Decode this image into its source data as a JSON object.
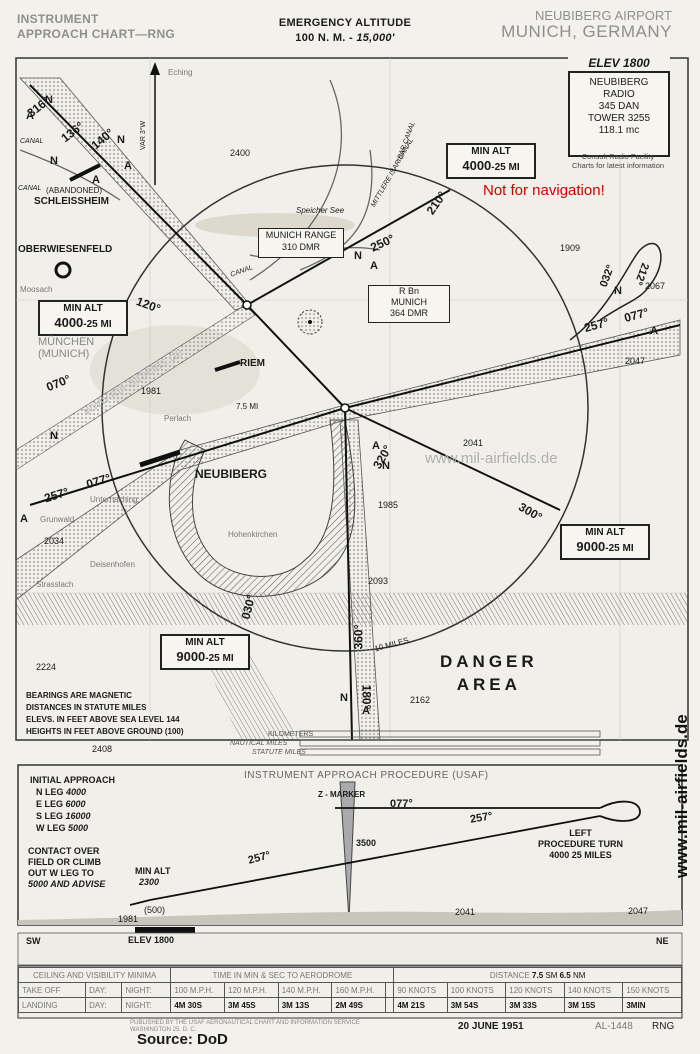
{
  "header": {
    "left_line1": "INSTRUMENT",
    "left_line2": "APPROACH CHART—RNG",
    "center_line1": "EMERGENCY ALTITUDE",
    "center_line2_a": "100 N. M. - ",
    "center_line2_b": "15,000'",
    "right_line1": "NEUBIBERG AIRPORT",
    "right_line2": "MUNICH, GERMANY"
  },
  "facility_box": {
    "elev": "ELEV 1800",
    "name": "NEUBIBERG",
    "radio": "RADIO",
    "freq1": "345 DAN",
    "tower": "TOWER 3255",
    "tower_freq": "118.1 mc",
    "note1": "Consult Radio Facility",
    "note2": "Charts for latest information"
  },
  "disclaimer": "Not for navigation!",
  "watermark": "www.mil-airfields.de",
  "min_alt_boxes": [
    {
      "title": "MIN ALT",
      "value": "4000",
      "suffix": "-25 MI"
    },
    {
      "title": "MIN ALT",
      "value": "4000",
      "suffix": "-25 MI"
    },
    {
      "title": "MIN ALT",
      "value": "9000",
      "suffix": "-25 MI"
    },
    {
      "title": "MIN ALT",
      "value": "9000",
      "suffix": "-25 MI"
    }
  ],
  "nav_boxes": {
    "range_title": "MUNICH RANGE",
    "range_freq": "310 DMR",
    "rbn_title": "R Bn",
    "rbn_name": "MUNICH",
    "rbn_freq": "364 DMR"
  },
  "map_labels": {
    "neubiberg": "NEUBIBERG",
    "riem": "RIEM",
    "schleissheim": "SCHLEISSHEIM",
    "abandoned": "(ABANDONED)",
    "oberwiesenfeld": "OBERWIESENFELD",
    "munchen": "MÜNCHEN",
    "munich": "(MUNICH)",
    "canal1": "CANAL",
    "canal2": "CANAL",
    "canal3": "CANAL",
    "isar_canal": "ISAR CANAL",
    "mittlere_isar_canal": "MITTLERE ISAR CANAL",
    "speicher_see": "Speicher See",
    "danger1": "DANGER",
    "danger2": "AREA",
    "ten_miles": "10 MILES",
    "seven_five": "7.5 MI",
    "var": "VAR 3°W",
    "grunwald": "Grunwald",
    "strasslach": "Strasslach",
    "hohenkirchen": "Hohenkirchen",
    "perlach": "Perlach",
    "moosach": "Moosach",
    "echinq": "Eching",
    "dietenhofen": "Deisenhofen",
    "unterhaching": "Unterhaching"
  },
  "elevations": [
    "2400",
    "1909",
    "2067",
    "2047",
    "1981",
    "2041",
    "1985",
    "2093",
    "2034",
    "2224",
    "2162",
    "2408"
  ],
  "bearings": [
    "316°",
    "136°",
    "140°",
    "210°",
    "250°",
    "120°",
    "070°",
    "257°",
    "077°",
    "257°",
    "077°",
    "320°",
    "300°",
    "030°",
    "360°",
    "180°",
    "032°",
    "212°"
  ],
  "legend": {
    "line1": "BEARINGS ARE MAGNETIC",
    "line2": "DISTANCES IN STATUTE MILES",
    "line3": "ELEVS. IN FEET ABOVE SEA LEVEL",
    "line3_val": "144",
    "line4": "HEIGHTS IN FEET ABOVE GROUND",
    "line4_val": "(100)"
  },
  "scale": {
    "kilometers": "KILOMETERS",
    "nautical": "NAUTICAL MILES",
    "statute": "STATUTE MILES"
  },
  "procedure": {
    "title": "INSTRUMENT APPROACH PROCEDURE",
    "usaf": "(USAF)",
    "initial_title": "INITIAL APPROACH",
    "legs": [
      {
        "leg": "N LEG",
        "alt": "4000"
      },
      {
        "leg": "E LEG",
        "alt": "6000"
      },
      {
        "leg": "S LEG",
        "alt": "16000"
      },
      {
        "leg": "W LEG",
        "alt": "5000"
      }
    ],
    "z_marker": "Z - MARKER",
    "b077": "077°",
    "b257a": "257°",
    "b257b": "257°",
    "alt3500": "3500",
    "min_alt_title": "MIN ALT",
    "min_alt_val": "2300",
    "contact1": "CONTACT OVER",
    "contact2": "FIELD OR CLIMB",
    "contact3": "OUT W LEG TO",
    "contact4": "5000 AND ADVISE",
    "left_turn1": "LEFT",
    "left_turn2": "PROCEDURE TURN",
    "left_turn3": "4000 25 MILES",
    "profile_elevs": [
      "1981",
      "(500)",
      "2041",
      "2047"
    ],
    "elev_label": "ELEV 1800",
    "sw": "SW",
    "ne": "NE"
  },
  "minima": {
    "ceiling_title": "CEILING AND VISIBILITY MINIMA",
    "time_title": "TIME IN MIN & SEC TO AERODROME",
    "distance_label": "DISTANCE",
    "distance_sm": "7.5",
    "sm": "SM",
    "distance_nm": "6.5",
    "nm": "NM",
    "takeoff": "TAKE OFF",
    "landing": "LANDING",
    "day": "DAY:",
    "night": "NIGHT:",
    "speeds": [
      "100 M.P.H.",
      "120 M.P.H.",
      "140 M.P.H.",
      "160 M.P.H.",
      "90 KNOTS",
      "100 KNOTS",
      "120 KNOTS",
      "140 KNOTS",
      "150 KNOTS"
    ],
    "times": [
      "4M 30S",
      "3M 45S",
      "3M 13S",
      "2M 49S",
      "4M 21S",
      "3M 54S",
      "3M 33S",
      "3M 15S",
      "3MIN"
    ]
  },
  "footer": {
    "date": "20 JUNE 1951",
    "chart_no": "AL-1448",
    "rng": "RNG",
    "source": "Source: DoD",
    "publisher": "PUBLISHED BY THE USAF AERONAUTICAL CHART AND INFORMATION SERVICE",
    "place": "WASHINGTON 25, D. C."
  }
}
